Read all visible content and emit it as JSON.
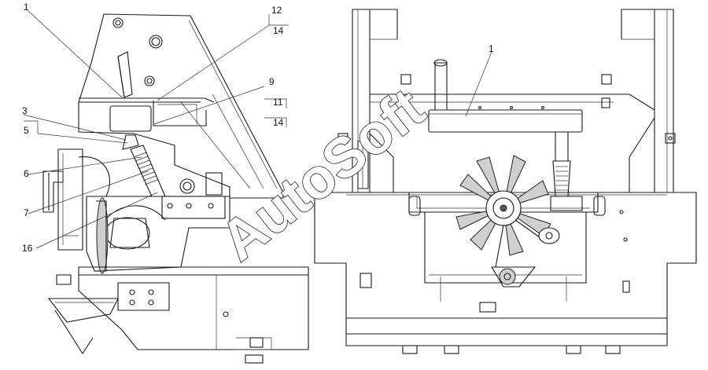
{
  "left_view": {
    "callouts": [
      {
        "label": "1"
      },
      {
        "label": "12"
      },
      {
        "label": "14"
      },
      {
        "label": "9"
      },
      {
        "label": "3"
      },
      {
        "label": "5"
      },
      {
        "label": "11"
      },
      {
        "label": "14"
      },
      {
        "label": "6"
      },
      {
        "label": "7"
      },
      {
        "label": "16"
      }
    ]
  },
  "right_view": {
    "callouts": [
      {
        "label": "1"
      }
    ]
  },
  "watermark": "AutoSoft",
  "colors": {
    "line": "#1a1a1a",
    "watermark": "#ffffff",
    "watermark_outline": "#222222"
  }
}
